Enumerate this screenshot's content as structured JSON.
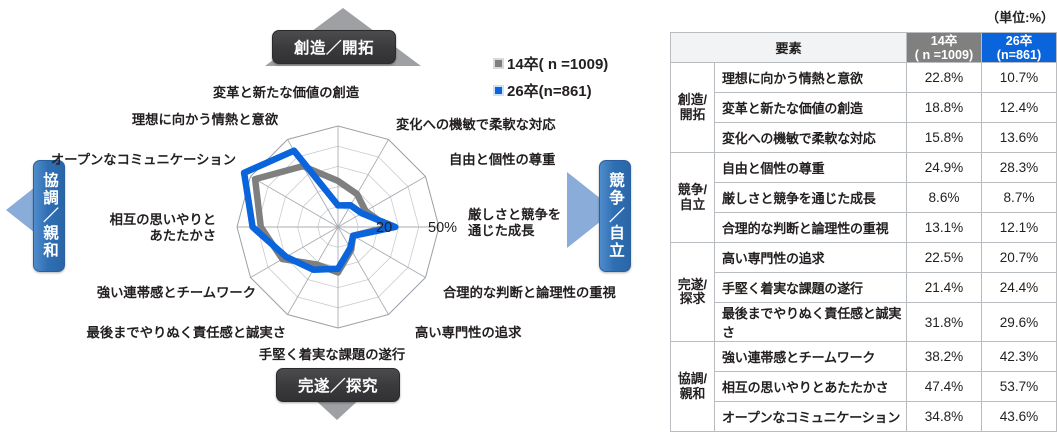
{
  "unit_note": "（単位:%）",
  "legend": [
    {
      "label": "14卒( n =1009)",
      "color": "#7f7f7f",
      "marker": "square-marker-gray"
    },
    {
      "label": "26卒(n=861)",
      "color": "#0a64dc",
      "marker": "square-marker-blue"
    }
  ],
  "banners": {
    "top": "創造／開拓",
    "bottom": "完遂／探究",
    "left": "協調／親和",
    "right": "競争／自立"
  },
  "scale": {
    "inner_tick": "20",
    "outer_tick": "50%"
  },
  "axis_labels": [
    {
      "id": "a1",
      "lines": [
        "変革と新たな価値の創造"
      ]
    },
    {
      "id": "a2",
      "lines": [
        "変化への機敏で柔軟な対応"
      ]
    },
    {
      "id": "a3",
      "lines": [
        "自由と個性の尊重"
      ]
    },
    {
      "id": "a4",
      "lines": [
        "厳しさと競争を",
        "通じた成長"
      ]
    },
    {
      "id": "a5",
      "lines": [
        "合理的な判断と論理性の重視"
      ]
    },
    {
      "id": "a6",
      "lines": [
        "高い専門性の追求"
      ]
    },
    {
      "id": "a7",
      "lines": [
        "手堅く着実な課題の遂行"
      ]
    },
    {
      "id": "a8",
      "lines": [
        "最後までやりぬく責任感と誠実さ"
      ]
    },
    {
      "id": "a9",
      "lines": [
        "強い連帯感とチームワーク"
      ]
    },
    {
      "id": "a10",
      "lines": [
        "相互の思いやりと",
        "あたたかさ"
      ]
    },
    {
      "id": "a11",
      "lines": [
        "オープンなコミュニケーション"
      ]
    },
    {
      "id": "a12",
      "lines": [
        "理想に向かう情熱と意欲"
      ]
    }
  ],
  "table": {
    "header": {
      "element": "要素",
      "col14_line1": "14卒",
      "col14_line2": "( n =1009)",
      "col26_line1": "26卒",
      "col26_line2": "(n=861)"
    },
    "groups": [
      {
        "category_line1": "創造/",
        "category_line2": "開拓",
        "rows": [
          {
            "item": "理想に向かう情熱と意欲",
            "v14": "22.8%",
            "v26": "10.7%"
          },
          {
            "item": "変革と新たな価値の創造",
            "v14": "18.8%",
            "v26": "12.4%"
          },
          {
            "item": "変化への機敏で柔軟な対応",
            "v14": "15.8%",
            "v26": "13.6%"
          }
        ]
      },
      {
        "category_line1": "競争/",
        "category_line2": "自立",
        "rows": [
          {
            "item": "自由と個性の尊重",
            "v14": "24.9%",
            "v26": "28.3%"
          },
          {
            "item": "厳しさと競争を通じた成長",
            "v14": "8.6%",
            "v26": "8.7%"
          },
          {
            "item": "合理的な判断と論理性の重視",
            "v14": "13.1%",
            "v26": "12.1%"
          }
        ]
      },
      {
        "category_line1": "完遂/",
        "category_line2": "探求",
        "rows": [
          {
            "item": "高い専門性の追求",
            "v14": "22.5%",
            "v26": "20.7%"
          },
          {
            "item": "手堅く着実な課題の遂行",
            "v14": "21.4%",
            "v26": "24.4%"
          },
          {
            "item": "最後までやりぬく責任感と誠実さ",
            "v14": "31.8%",
            "v26": "29.6%"
          }
        ]
      },
      {
        "category_line1": "協調/",
        "category_line2": "親和",
        "rows": [
          {
            "item": "強い連帯感とチームワーク",
            "v14": "38.2%",
            "v26": "42.3%"
          },
          {
            "item": "相互の思いやりとあたたかさ",
            "v14": "47.4%",
            "v26": "53.7%"
          },
          {
            "item": "オープンなコミュニケーション",
            "v14": "34.8%",
            "v26": "43.6%"
          }
        ]
      }
    ]
  },
  "chart_data": {
    "type": "radar",
    "title": "",
    "categories": [
      "理想に向かう情熱と意欲",
      "変革と新たな価値の創造",
      "変化への機敏で柔軟な対応",
      "自由と個性の尊重",
      "厳しさと競争を通じた成長",
      "合理的な判断と論理性の重視",
      "高い専門性の追求",
      "手堅く着実な課題の遂行",
      "最後までやりぬく責任感と誠実さ",
      "強い連帯感とチームワーク",
      "相互の思いやりとあたたかさ",
      "オープンなコミュニケーション"
    ],
    "series": [
      {
        "name": "14卒( n =1009)",
        "color": "#7f7f7f",
        "values": [
          22.8,
          18.8,
          15.8,
          24.9,
          8.6,
          13.1,
          22.5,
          21.4,
          31.8,
          38.2,
          47.4,
          34.8
        ]
      },
      {
        "name": "26卒(n=861)",
        "color": "#0a64dc",
        "values": [
          10.7,
          12.4,
          13.6,
          28.3,
          8.7,
          12.1,
          20.7,
          24.4,
          29.6,
          42.3,
          53.7,
          43.6
        ]
      }
    ],
    "rmin": 0,
    "rmax": 50,
    "rticks": [
      10,
      20,
      30,
      40,
      50
    ],
    "tick_labels": {
      "20": "20",
      "50": "50%"
    },
    "grid": true,
    "legend_position": "top-right",
    "unit": "%"
  }
}
